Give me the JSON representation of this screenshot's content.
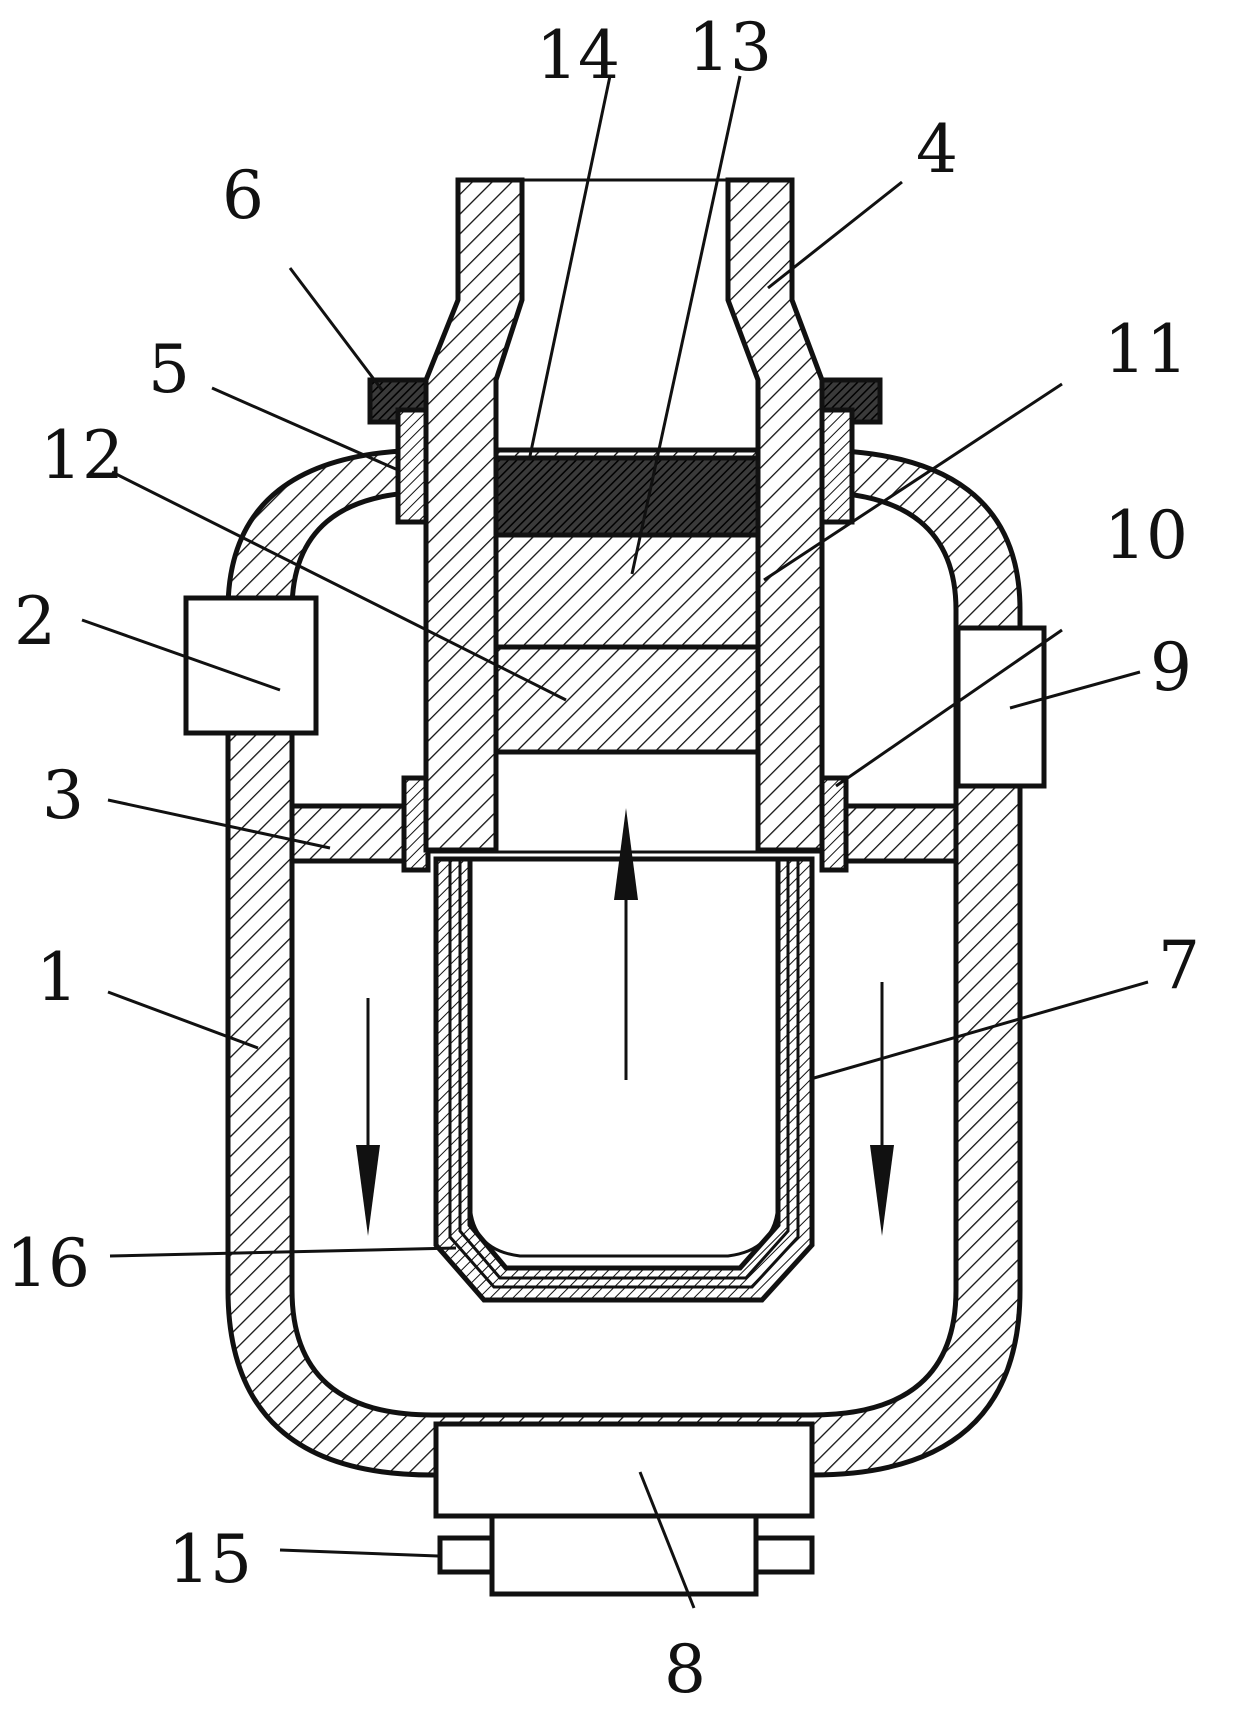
{
  "labels": {
    "l1": "1",
    "l2": "2",
    "l3": "3",
    "l4": "4",
    "l5": "5",
    "l6": "6",
    "l7": "7",
    "l8": "8",
    "l9": "9",
    "l10": "10",
    "l11": "11",
    "l12": "12",
    "l13": "13",
    "l14": "14",
    "l15": "15",
    "l16": "16"
  },
  "colors": {
    "stroke": "#111111",
    "background": "#ffffff",
    "dense_fill": "#3a3a3a"
  }
}
